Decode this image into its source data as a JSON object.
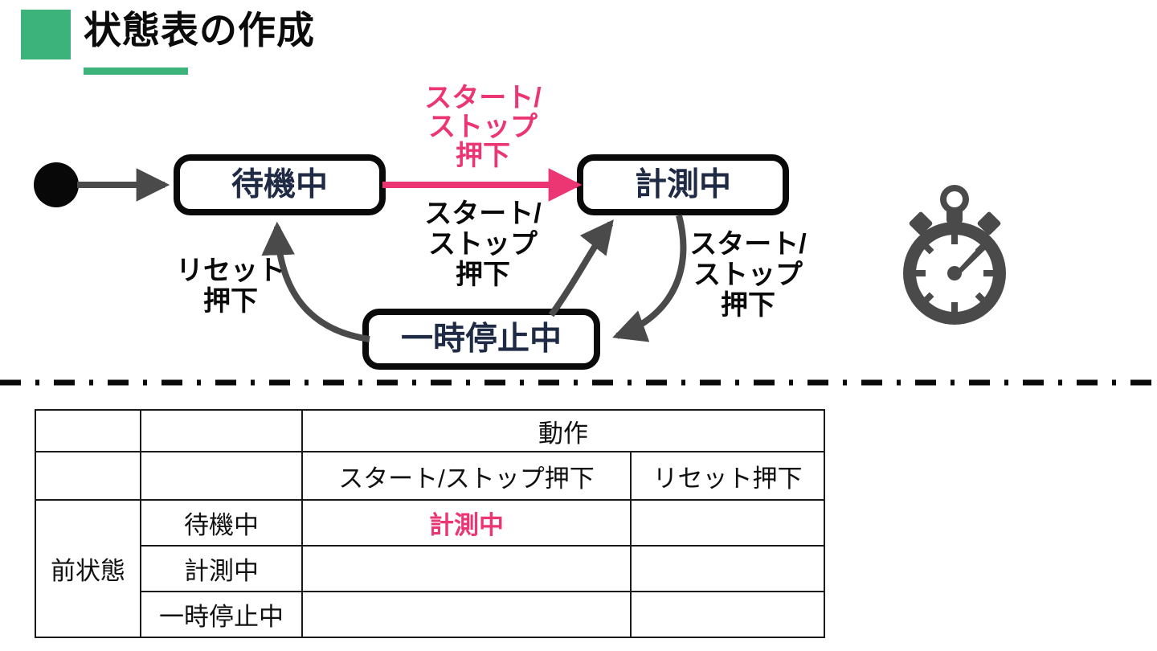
{
  "header": {
    "title": "状態表の作成",
    "accent_color": "#3cb37a"
  },
  "colors": {
    "accent_green": "#3cb37a",
    "accent_pink": "#ec3573",
    "state_text": "#1f2a44",
    "arrow_gray": "#4a4a4a",
    "icon_gray": "#4a4a4a"
  },
  "diagram": {
    "name": "stopwatch-state-machine",
    "initial_node": "initial-state-dot",
    "states": [
      {
        "id": "idle",
        "label": "待機中"
      },
      {
        "id": "measuring",
        "label": "計測中"
      },
      {
        "id": "paused",
        "label": "一時停止中"
      }
    ],
    "transitions": [
      {
        "id": "idle-to-measuring",
        "from": "待機中",
        "to": "計測中",
        "label": "スタート/\nストップ\n押下",
        "label_lines": [
          "スタート/",
          "ストップ",
          "押下"
        ],
        "highlight": true,
        "color": "#ec3573"
      },
      {
        "id": "paused-to-idle",
        "from": "一時停止中",
        "to": "待機中",
        "label_lines": [
          "リセット",
          "押下"
        ],
        "highlight": false,
        "color": "#4a4a4a"
      },
      {
        "id": "paused-to-measuring",
        "from": "一時停止中",
        "to": "計測中",
        "label_lines": [
          "スタート/",
          "ストップ",
          "押下"
        ],
        "highlight": false,
        "color": "#4a4a4a"
      },
      {
        "id": "measuring-to-paused",
        "from": "計測中",
        "to": "一時停止中",
        "label_lines": [
          "スタート/",
          "ストップ",
          "押下"
        ],
        "highlight": false,
        "color": "#4a4a4a"
      }
    ],
    "labels": {
      "pink_l1": "スタート/",
      "pink_l2": "ストップ",
      "pink_l3": "押下",
      "mid_l1": "スタート/",
      "mid_l2": "ストップ",
      "mid_l3": "押下",
      "left_l1": "リセット",
      "left_l2": "押下",
      "right_l1": "スタート/",
      "right_l2": "ストップ",
      "right_l3": "押下"
    },
    "icon": "stopwatch-icon"
  },
  "table": {
    "name": "state-transition-table",
    "action_header": "動作",
    "prev_state_header": "前状態",
    "action_columns": [
      "スタート/ストップ押下",
      "リセット押下"
    ],
    "rows": [
      {
        "state": "待機中",
        "cells": [
          "計測中",
          ""
        ],
        "highlight_index": 0
      },
      {
        "state": "計測中",
        "cells": [
          "",
          ""
        ],
        "highlight_index": -1
      },
      {
        "state": "一時停止中",
        "cells": [
          "",
          ""
        ],
        "highlight_index": -1
      }
    ]
  }
}
